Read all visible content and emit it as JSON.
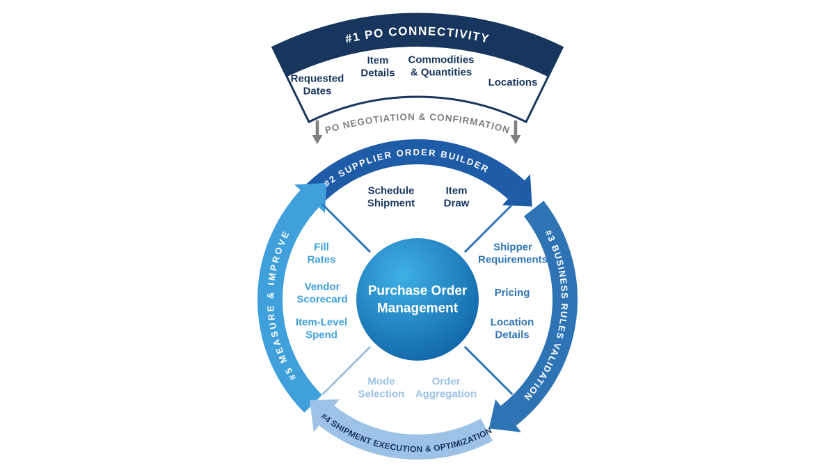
{
  "fan": {
    "title": "#1 PO CONNECTIVITY",
    "items": [
      {
        "label": "Requested\nDates"
      },
      {
        "label": "Item\nDetails"
      },
      {
        "label": "Commodities\n& Quantities"
      },
      {
        "label": "Locations"
      }
    ]
  },
  "negotiation": {
    "label": "PO NEGOTIATION & CONFIRMATION"
  },
  "ring": {
    "segment2": {
      "title": "#2 SUPPLIER ORDER BUILDER",
      "items": [
        {
          "label": "Schedule\nShipment"
        },
        {
          "label": "Item\nDraw"
        }
      ]
    },
    "segment3": {
      "title": "#3 BUSINESS RULES VALIDATION",
      "items": [
        {
          "label": "Shipper\nRequirements"
        },
        {
          "label": "Pricing"
        },
        {
          "label": "Location\nDetails"
        }
      ]
    },
    "segment4": {
      "title": "#4 SHIPMENT EXECUTION & OPTIMIZATION",
      "items": [
        {
          "label": "Mode\nSelection"
        },
        {
          "label": "Order\nAggregation"
        }
      ]
    },
    "segment5": {
      "title": "#5 MEASURE & IMPROVE",
      "items": [
        {
          "label": "Fill\nRates"
        },
        {
          "label": "Vendor\nScorecard"
        },
        {
          "label": "Item-Level\nSpend"
        }
      ]
    }
  },
  "center": {
    "title": "Purchase Order\nManagement"
  },
  "colors": {
    "navy": "#17365D",
    "segment2_blue": "#1F5CA8",
    "segment3_blue": "#2E74B5",
    "segment4_blue": "#9CC2E5",
    "segment5_blue": "#3FA0DB",
    "gray": "#7F7F7F",
    "center_gradient_start": "#3FB0E6",
    "center_gradient_end": "#0A5CA0"
  }
}
